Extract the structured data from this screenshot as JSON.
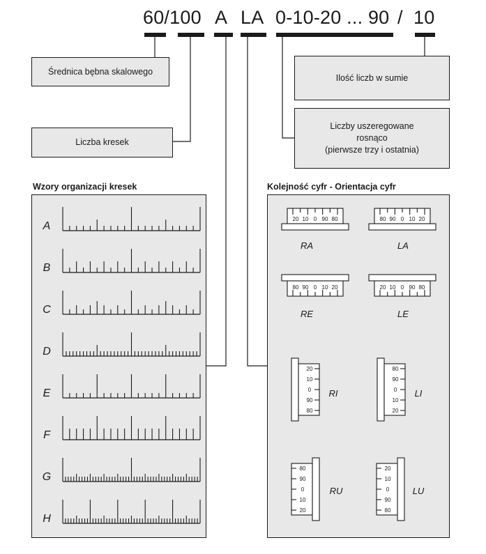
{
  "code": {
    "parts": [
      "60/100",
      "A",
      "LA",
      "0-10-20 ... 90",
      "/",
      "10"
    ]
  },
  "boxes": {
    "diameter": "Średnica bębna skalowego",
    "tick_count": "Liczba kresek",
    "number_count": "Ilość liczb w sumie",
    "ascending": [
      "Liczby uszeregowane",
      "rosnąco",
      "(pierwsze trzy i ostatnia)"
    ]
  },
  "patterns_panel": {
    "title": "Wzory organizacji kresek",
    "items": [
      {
        "letter": "A",
        "pattern": "A"
      },
      {
        "letter": "B",
        "pattern": "B"
      },
      {
        "letter": "C",
        "pattern": "C"
      },
      {
        "letter": "D",
        "pattern": "D"
      },
      {
        "letter": "E",
        "pattern": "E"
      },
      {
        "letter": "F",
        "pattern": "F"
      },
      {
        "letter": "G",
        "pattern": "G"
      },
      {
        "letter": "H",
        "pattern": "H"
      }
    ]
  },
  "orientation_panel": {
    "title": "Kolejność cyfr - Orientacja cyfr",
    "items": [
      {
        "label": "RA",
        "numbers": [
          "20",
          "10",
          "0",
          "90",
          "80"
        ]
      },
      {
        "label": "LA",
        "numbers": [
          "80",
          "90",
          "0",
          "10",
          "20"
        ]
      },
      {
        "label": "RE",
        "numbers": [
          "80",
          "90",
          "0",
          "10",
          "20"
        ]
      },
      {
        "label": "LE",
        "numbers": [
          "20",
          "10",
          "0",
          "90",
          "80"
        ]
      },
      {
        "label": "RI",
        "numbers": [
          "20",
          "10",
          "0",
          "90",
          "80"
        ]
      },
      {
        "label": "LI",
        "numbers": [
          "80",
          "90",
          "0",
          "10",
          "20"
        ]
      },
      {
        "label": "RU",
        "numbers": [
          "80",
          "90",
          "0",
          "10",
          "20"
        ]
      },
      {
        "label": "LU",
        "numbers": [
          "20",
          "10",
          "0",
          "90",
          "80"
        ]
      }
    ]
  }
}
